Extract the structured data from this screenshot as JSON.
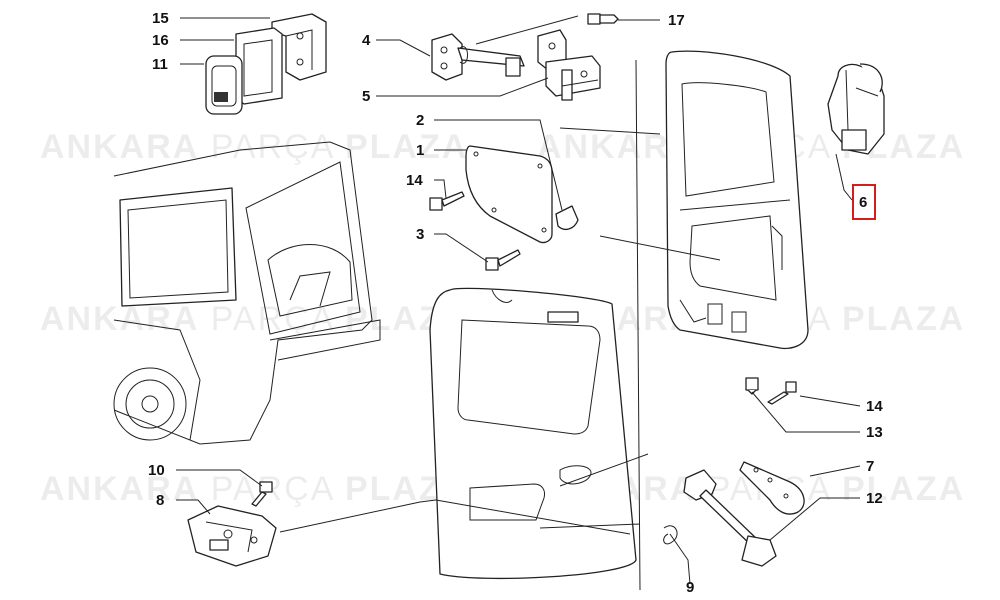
{
  "watermark": {
    "brand_a": "ANKARA",
    "brand_b": "PARÇA",
    "brand_c": "PLAZA",
    "color": "#000000"
  },
  "callouts": [
    {
      "id": "c15",
      "label": "15"
    },
    {
      "id": "c16",
      "label": "16"
    },
    {
      "id": "c11",
      "label": "11"
    },
    {
      "id": "c4",
      "label": "4"
    },
    {
      "id": "c5",
      "label": "5"
    },
    {
      "id": "c17",
      "label": "17"
    },
    {
      "id": "c2",
      "label": "2"
    },
    {
      "id": "c1",
      "label": "1"
    },
    {
      "id": "c14a",
      "label": "14"
    },
    {
      "id": "c3",
      "label": "3"
    },
    {
      "id": "c6",
      "label": "6"
    },
    {
      "id": "c14b",
      "label": "14"
    },
    {
      "id": "c13",
      "label": "13"
    },
    {
      "id": "c10",
      "label": "10"
    },
    {
      "id": "c8",
      "label": "8"
    },
    {
      "id": "c7",
      "label": "7"
    },
    {
      "id": "c12",
      "label": "12"
    },
    {
      "id": "c9",
      "label": "9"
    }
  ],
  "highlight": {
    "label": "6",
    "color": "#d41e1e"
  }
}
